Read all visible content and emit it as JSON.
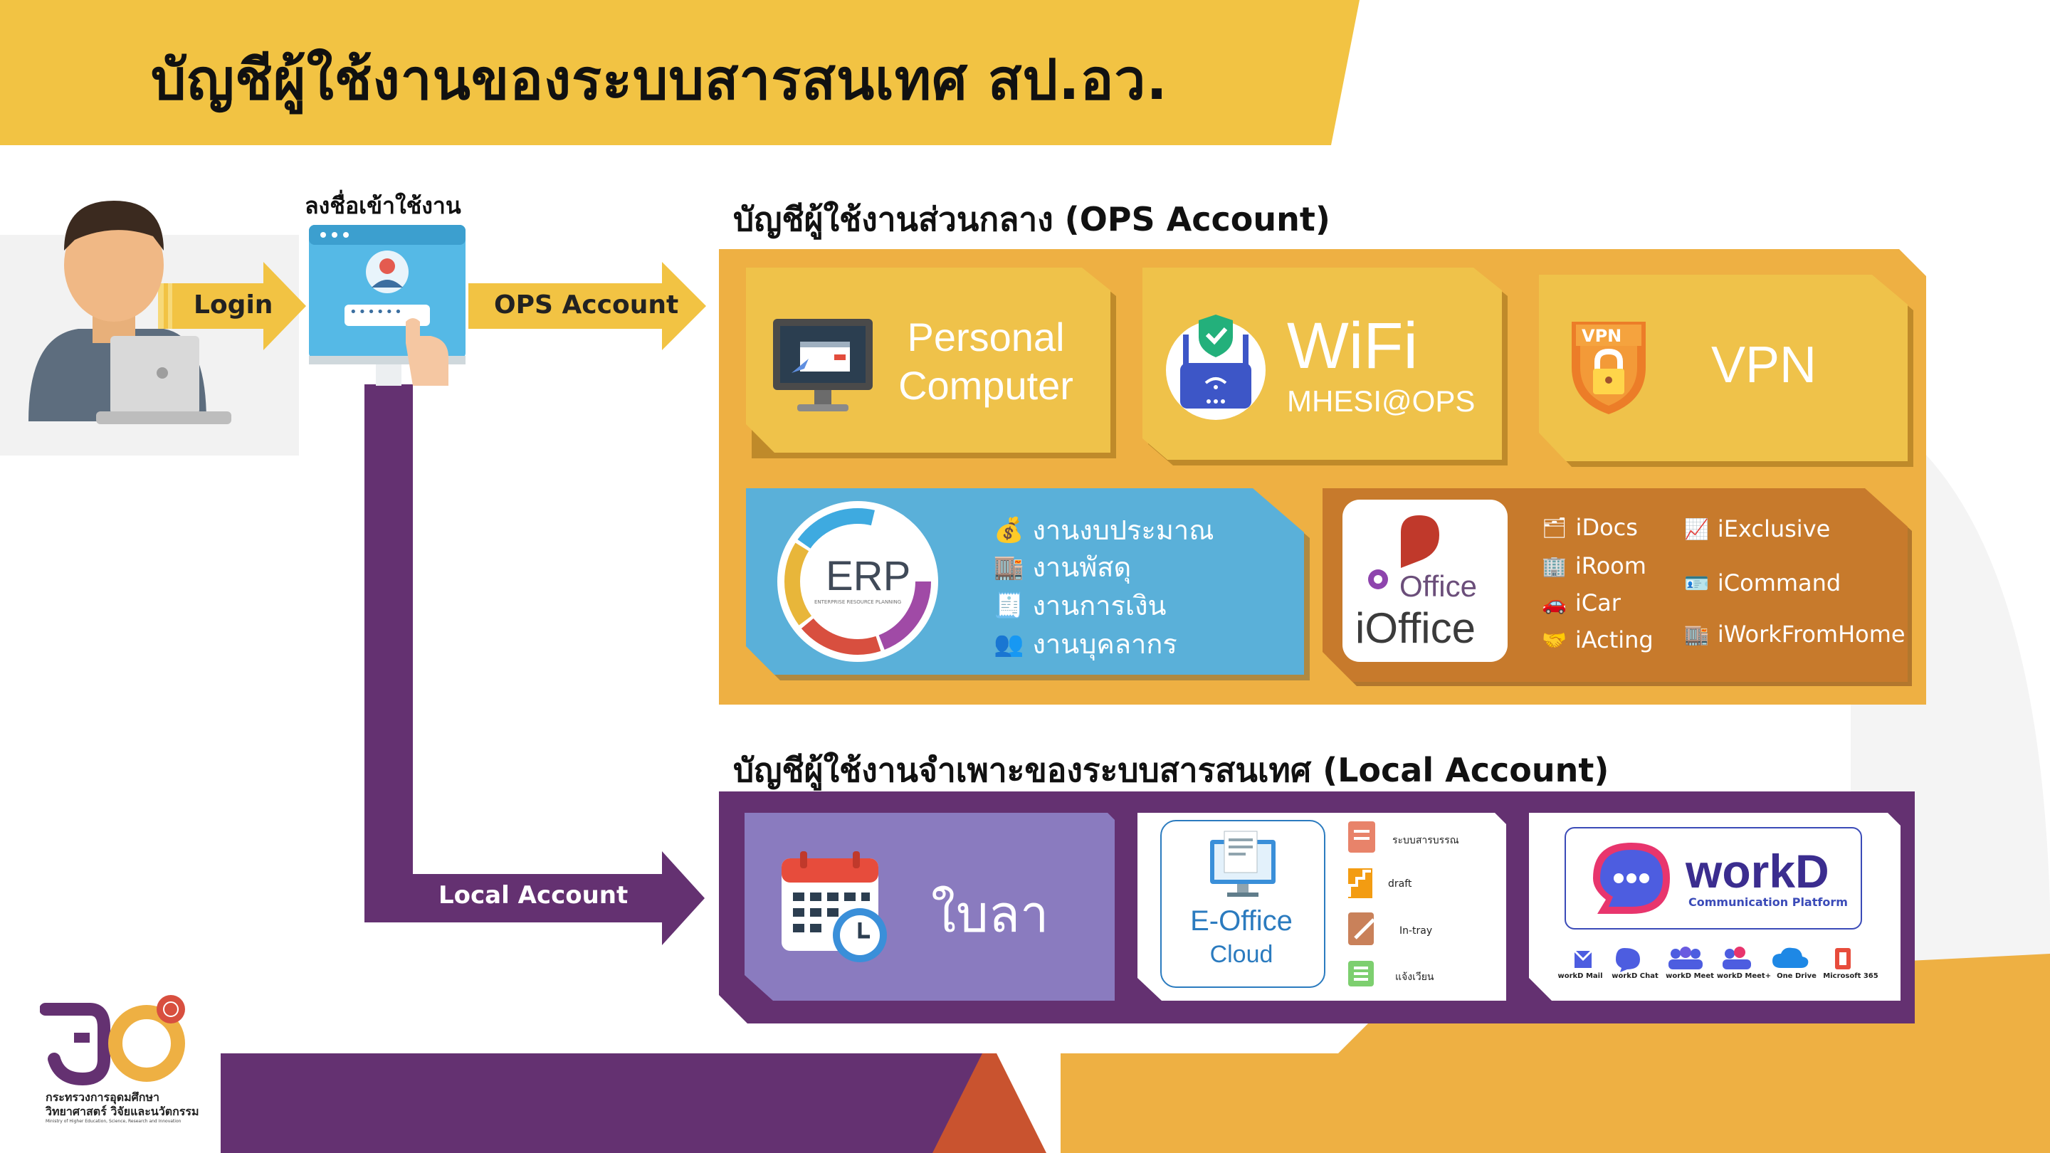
{
  "title": "บัญชีผู้ใช้งานของระบบสารสนเทศ สป.อว.",
  "flow": {
    "signin_label": "ลงชื่อเข้าใช้งาน",
    "login_label": "Login",
    "ops_arrow_label": "OPS Account",
    "local_arrow_label": "Local Account",
    "password_mask": "••••••"
  },
  "ops": {
    "heading": "บัญชีผู้ใช้งานส่วนกลาง (OPS Account)",
    "pc_line1": "Personal",
    "pc_line2": "Computer",
    "wifi_title": "WiFi",
    "wifi_ssid": "MHESI@OPS",
    "vpn_badge": "VPN",
    "vpn_label": "VPN",
    "erp_logo": "ERP",
    "erp_sub": "ENTERPRISE RESOURCE PLANNING",
    "erp_items": [
      "งานงบประมาณ",
      "งานพัสดุ",
      "งานการเงิน",
      "งานบุคลากร"
    ],
    "ioffice_logo_small": "Office",
    "ioffice_logo_big": "iOffice",
    "ioffice_col1": [
      "iDocs",
      "iRoom",
      "iCar",
      "iActing"
    ],
    "ioffice_col2": [
      "iExclusive",
      "iCommand",
      "iWorkFromHome"
    ]
  },
  "local": {
    "heading": "บัญชีผู้ใช้งานจำเพาะของระบบสารสนเทศ (Local Account)",
    "leave_label": "ใบลา",
    "eoffice_line1": "E-Office",
    "eoffice_line2": "Cloud",
    "eoffice_items": [
      "ระบบสารบรรณ",
      "draft",
      "In-tray",
      "แจ้งเวียน"
    ],
    "workd_brand": "workD",
    "workd_tagline": "Communication Platform",
    "workd_apps": [
      "workD Mail",
      "workD Chat",
      "workD Meet",
      "workD Meet+",
      "One Drive",
      "Microsoft 365"
    ]
  },
  "ministry": {
    "name_th_1": "กระทรวงการอุดมศึกษา",
    "name_th_2": "วิทยาศาสตร์ วิจัยและนวัตกรรม",
    "name_en": "Ministry of Higher Education, Science, Research and Innovation"
  },
  "colors": {
    "yellow": "#f2c343",
    "orange": "#eeb043",
    "purple": "#643171",
    "erp_blue": "#5ab0d9",
    "ioffice_brown": "#c77a2c",
    "leave_purple": "#8a7bbf"
  }
}
